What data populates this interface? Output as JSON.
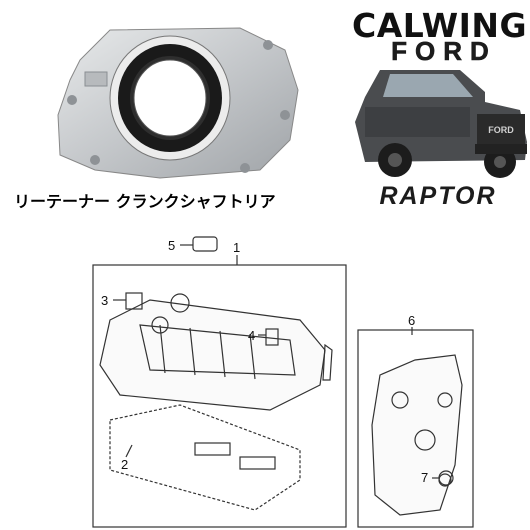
{
  "brand": {
    "name": "CALWING",
    "make": "FORD",
    "model": "RAPTOR"
  },
  "product": {
    "title": "リーテーナー クランクシャフトリア"
  },
  "diagram": {
    "callouts": [
      "1",
      "2",
      "3",
      "4",
      "5",
      "6",
      "7"
    ]
  },
  "colors": {
    "metal": "#c9ccce",
    "seal": "#1a1a1a",
    "truck_body": "#4a4c4f",
    "line": "#333333"
  }
}
